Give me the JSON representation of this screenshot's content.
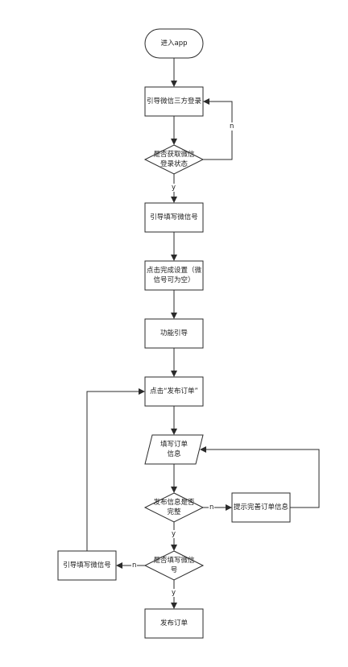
{
  "nodes": {
    "start": {
      "line1": "进入app",
      "line2": ""
    },
    "wechat_login": {
      "line1": "引导微信三方登录",
      "line2": ""
    },
    "login_check": {
      "line1": "是否获取微信",
      "line2": "登录状态"
    },
    "fill_wechat_1": {
      "line1": "引导填写微信号",
      "line2": ""
    },
    "finish_settings": {
      "line1": "点击完成设置（微",
      "line2": "信号可为空）"
    },
    "func_guide": {
      "line1": "功能引导",
      "line2": ""
    },
    "click_publish": {
      "line1": "点击“发布订单”",
      "line2": ""
    },
    "fill_order": {
      "line1": "填写订单",
      "line2": "信息"
    },
    "complete_check": {
      "line1": "发布信息是否",
      "line2": "完整"
    },
    "prompt_complete": {
      "line1": "提示完善订单信息",
      "line2": ""
    },
    "wechat_filled_check": {
      "line1": "是否填写微信",
      "line2": "号"
    },
    "fill_wechat_2": {
      "line1": "引导填写微信号",
      "line2": ""
    },
    "publish_order": {
      "line1": "发布订单",
      "line2": ""
    }
  },
  "edge_labels": {
    "login_no": "n",
    "login_yes": "y",
    "complete_no": "n",
    "complete_yes": "y",
    "wechat_no": "n",
    "wechat_yes": "y"
  }
}
